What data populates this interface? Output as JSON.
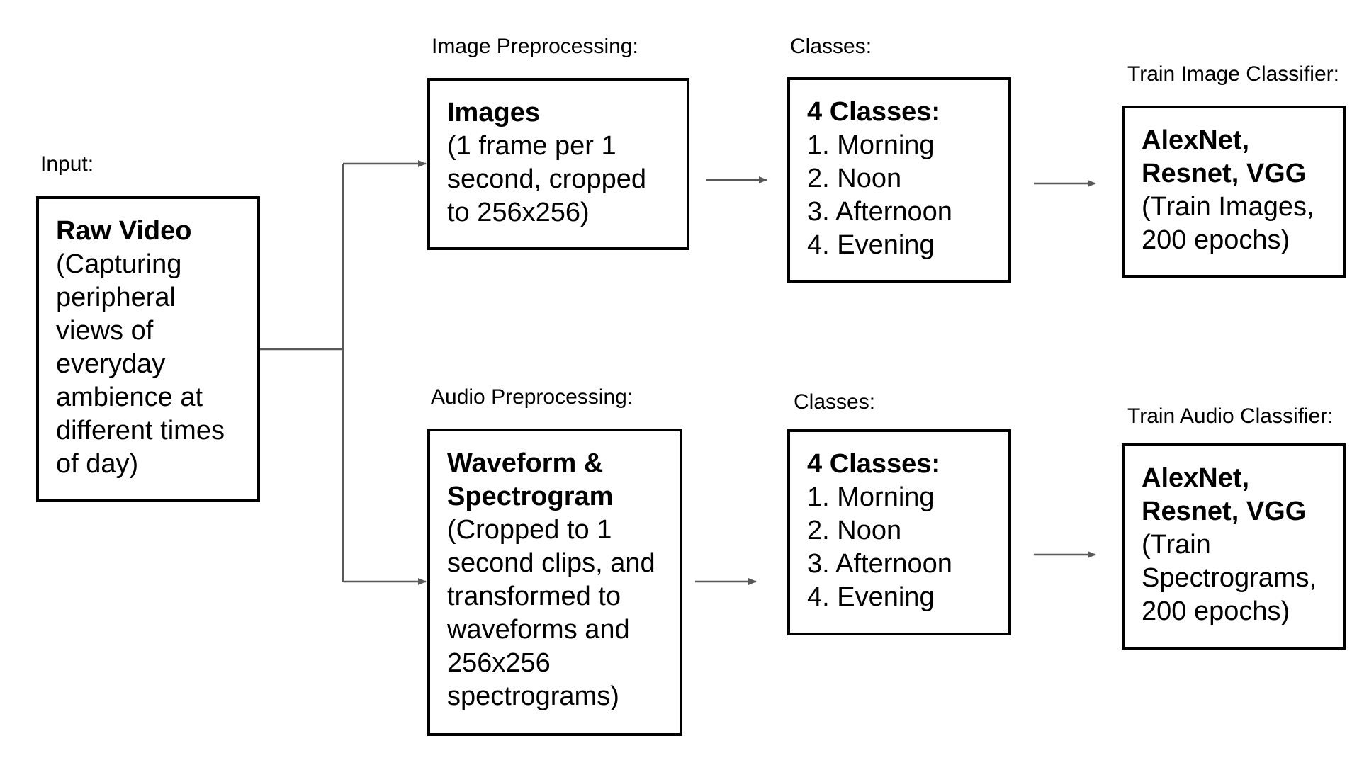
{
  "input": {
    "label": "Input:",
    "box": {
      "title": "Raw Video",
      "desc": "(Capturing\nperipheral\nviews of\neveryday\nambience at\ndifferent times\nof  day)"
    }
  },
  "image_branch": {
    "prep_label": "Image Preprocessing:",
    "prep_box": {
      "title": "Images",
      "desc": "(1 frame per 1\nsecond, cropped\nto 256x256)"
    },
    "classes_label": "Classes:",
    "classes_box": {
      "title": "4 Classes:",
      "items": [
        "1. Morning",
        "2. Noon",
        "3. Afternoon",
        "4. Evening"
      ]
    },
    "train_label": "Train Image Classifier:",
    "train_box": {
      "title": "AlexNet,\nResnet, VGG",
      "desc": "(Train Images,\n200 epochs)"
    }
  },
  "audio_branch": {
    "prep_label": "Audio Preprocessing:",
    "prep_box": {
      "title": "Waveform &\nSpectrogram",
      "desc": "(Cropped to 1\nsecond clips, and\ntransformed to\nwaveforms and\n256x256\nspectrograms)"
    },
    "classes_label": "Classes:",
    "classes_box": {
      "title": "4 Classes:",
      "items": [
        "1. Morning",
        "2. Noon",
        "3. Afternoon",
        "4. Evening"
      ]
    },
    "train_label": "Train Audio Classifier:",
    "train_box": {
      "title": "AlexNet,\nResnet, VGG",
      "desc": "(Train\nSpectrograms,\n200 epochs)"
    }
  },
  "colors": {
    "connector": "#595959",
    "box_border": "#000000"
  }
}
